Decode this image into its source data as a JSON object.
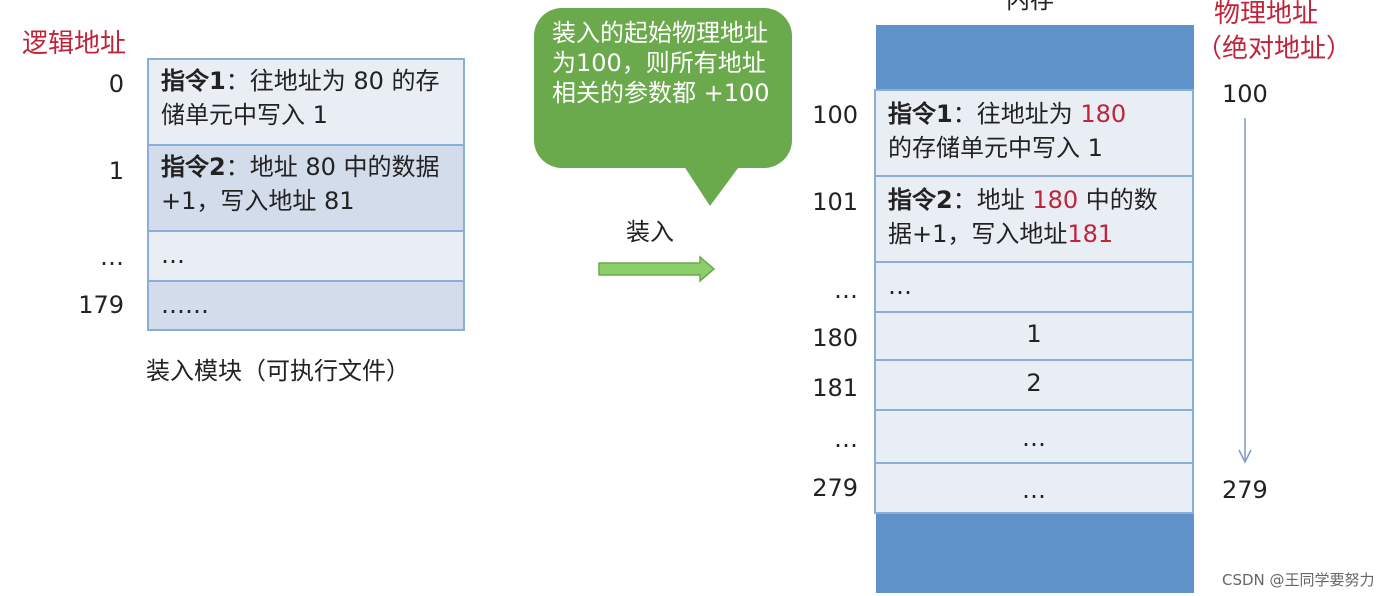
{
  "left": {
    "header": "逻辑地址",
    "rows": [
      {
        "index": "0",
        "bold": "指令1",
        "text": "：往地址为 80 的存储单元中写入 1"
      },
      {
        "index": "1",
        "bold": "指令2",
        "text": "：地址 80 中的数据+1，写入地址 81"
      },
      {
        "index": "…",
        "text": "…"
      },
      {
        "index": "179",
        "text": "……"
      }
    ],
    "caption": "装入模块（可执行文件）"
  },
  "bubble": {
    "text": "装入的起始物理地址为100，则所有地址相关的参数都 +100"
  },
  "arrow_label": "装入",
  "memory": {
    "title": "内存",
    "phys_header_line1": "物理地址",
    "phys_header_line2": "（绝对地址）",
    "phys_start": "100",
    "phys_end": "279",
    "rows": [
      {
        "index": "100",
        "bold": "指令1",
        "t1": "：往地址为 ",
        "red1": "180",
        "t2": "的存储单元中写入 1"
      },
      {
        "index": "101",
        "bold": "指令2",
        "t1": "：地址 ",
        "red1": "180",
        "t2": " 中的数据+1，写入地址",
        "red2": "181"
      },
      {
        "index": "…",
        "text": "…"
      },
      {
        "index": "180",
        "text": "1"
      },
      {
        "index": "181",
        "text": "2"
      },
      {
        "index": "…",
        "text": "…"
      },
      {
        "index": "279",
        "text": "…"
      }
    ]
  },
  "watermark": "CSDN @王同学要努力",
  "colors": {
    "accent_red": "#c0243a",
    "memory_blue": "#5e92c8",
    "cell_border": "#8aaed8",
    "bubble_green": "#6aa94c",
    "arrow_green": "#8ccf6a"
  }
}
